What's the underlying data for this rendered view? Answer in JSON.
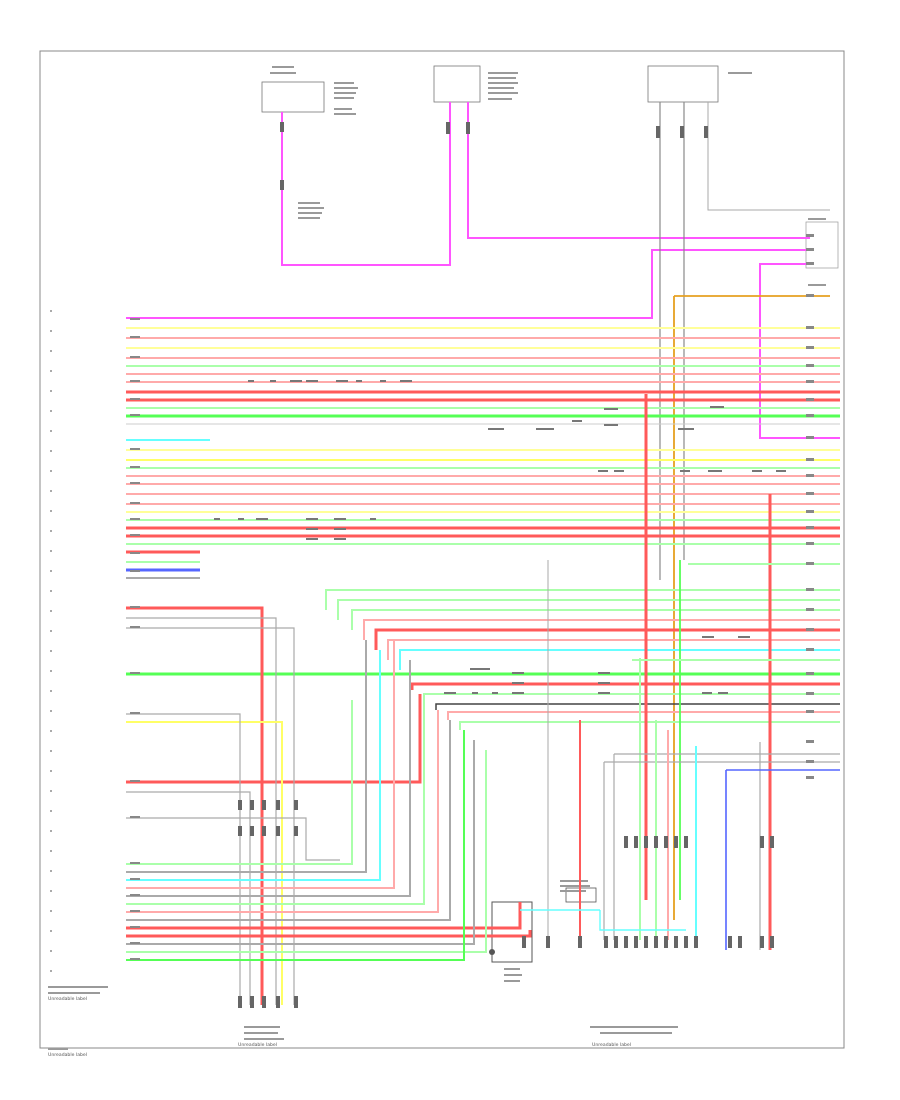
{
  "colors": {
    "pink": "#ff55ff",
    "red": "#ff5a5a",
    "yellow": "#ffff66",
    "green": "#66ff66",
    "cyan": "#66ffff",
    "blue": "#5566ff",
    "orange": "#e6a020",
    "gray": "#8a8a8a",
    "dark": "#333333"
  },
  "labels": {
    "footer_left": "Unreadable label",
    "footer_center": "Unreadable label",
    "footer_right": "Unreadable label",
    "corner": "Unreadable label"
  }
}
